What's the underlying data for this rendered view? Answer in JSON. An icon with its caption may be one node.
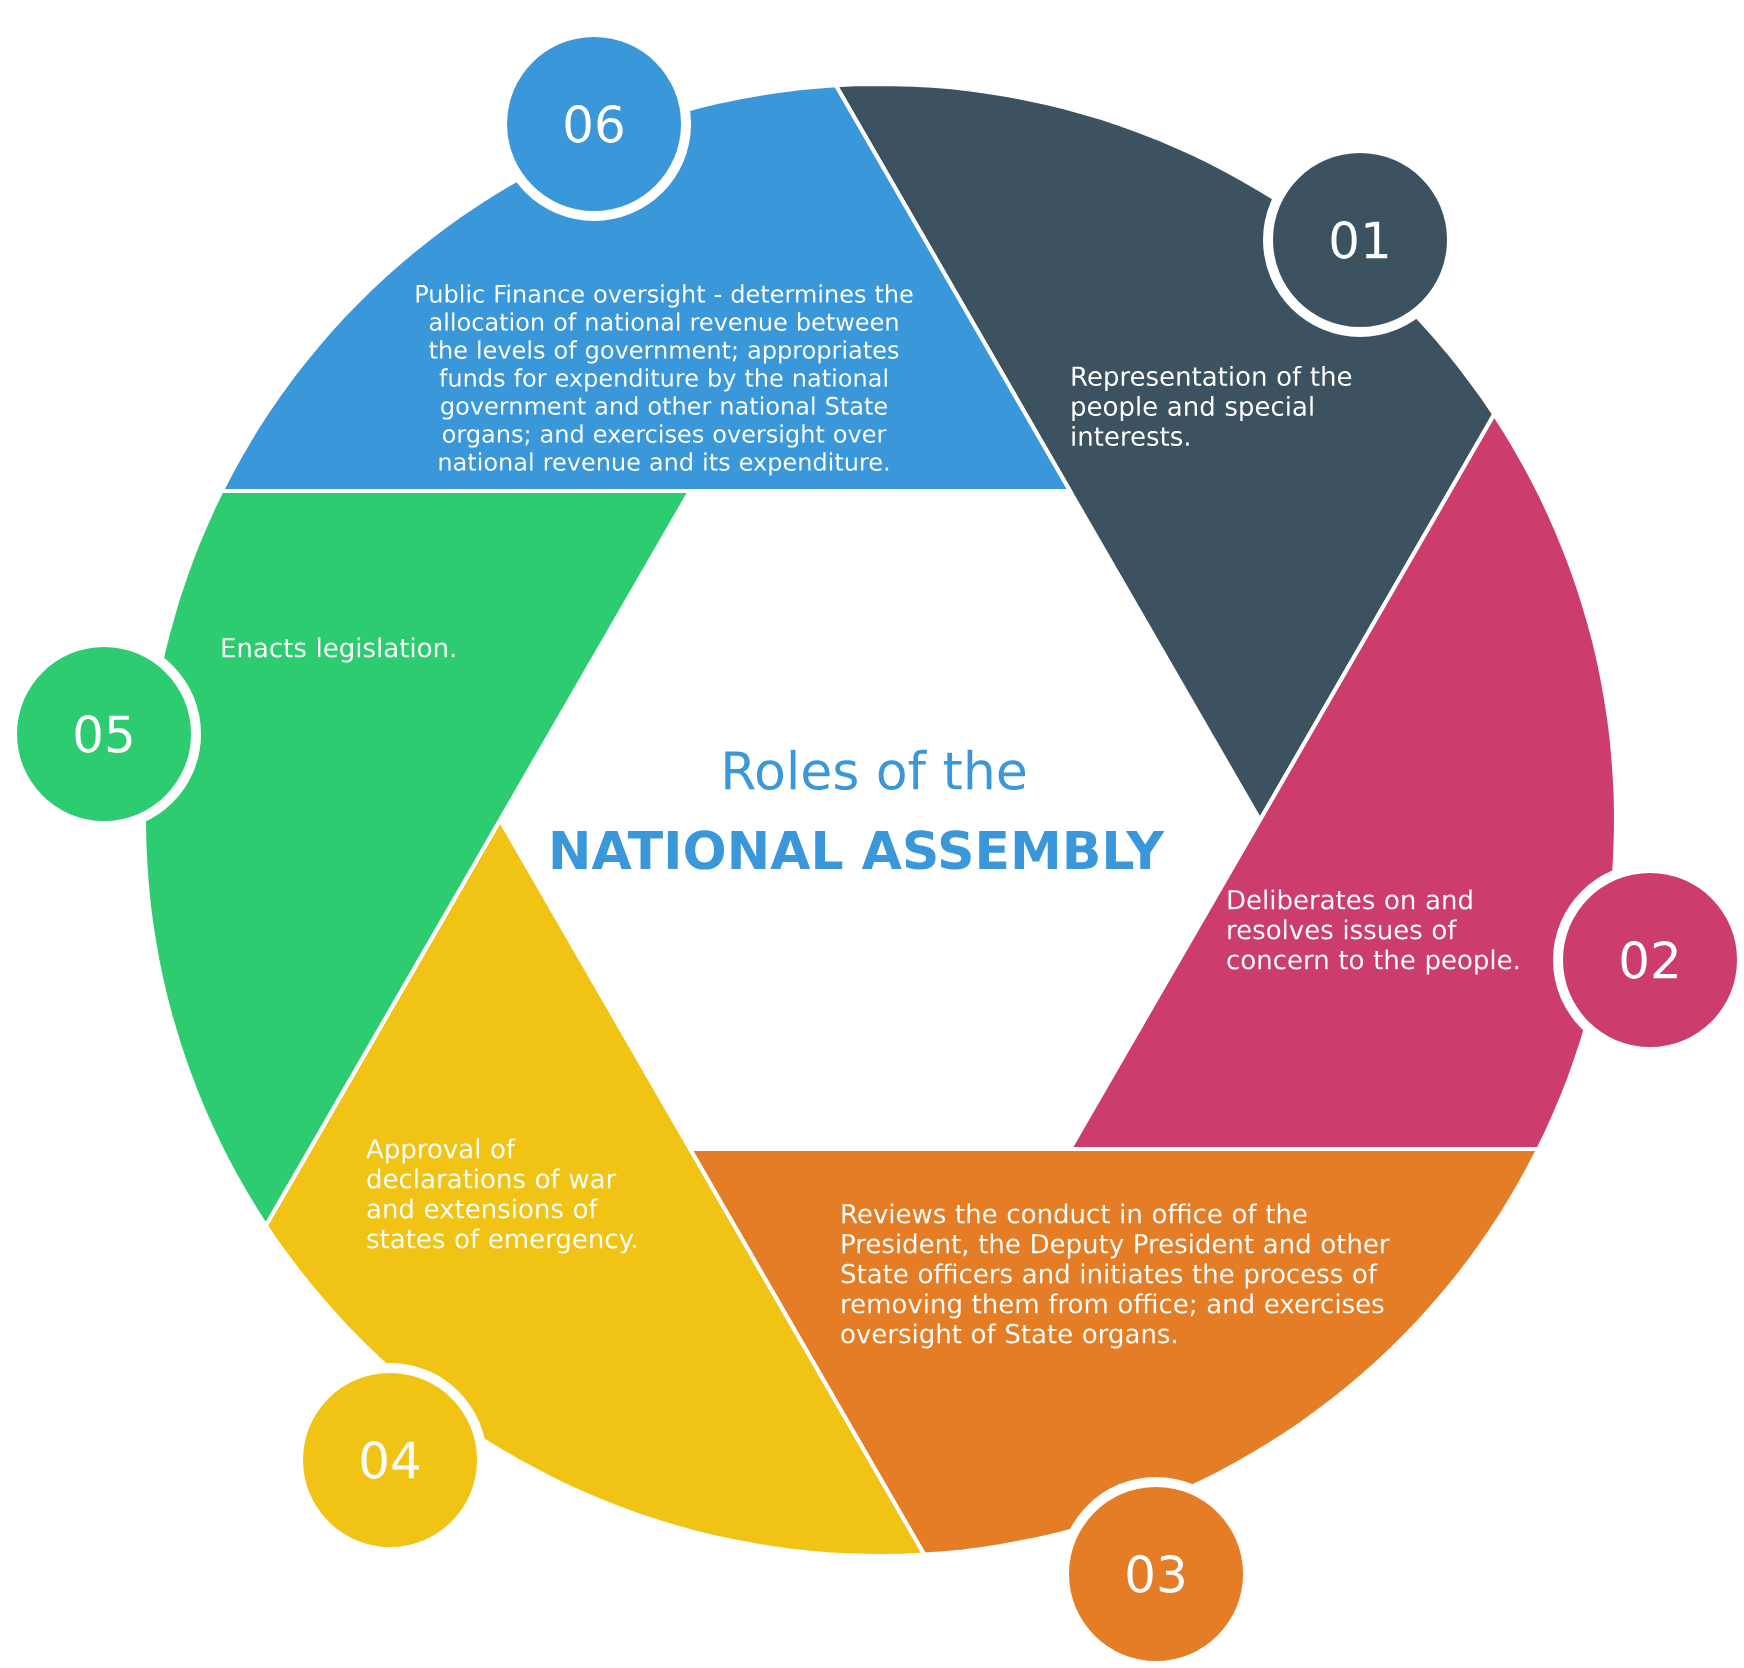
{
  "diagram": {
    "nodes": [
      {
        "text": [
          "01"
        ]
      },
      {
        "text": [
          "Representation of the people and special interests."
        ]
      },
      {
        "text": [
          "02"
        ]
      },
      {
        "text": [
          "Deliberates on and resolves issues of concern to the people."
        ]
      },
      {
        "text": [
          "03"
        ]
      },
      {
        "text": [
          "Reviews the conduct in office of the President, the Deputy President and other State officers and initiates the process of removing them from office; and exercises oversight of State organs."
        ]
      },
      {
        "text": [
          "04"
        ]
      },
      {
        "text": [
          "Approval of declarations of war and extensions of states of emergency."
        ]
      },
      {
        "text": [
          "05"
        ]
      },
      {
        "text": [
          "Enacts legislation."
        ]
      },
      {
        "text": [
          "06"
        ]
      },
      {
        "text": [
          "Public Finance oversight - determines the allocation of national revenue between the levels of government; appropriates funds for expenditure by the national government and other national State organs; and exercises oversight over national revenue and its expenditure."
        ]
      }
    ],
    "labels": [
      "Roles of the",
      "NATIONAL ASSEMBLY"
    ]
  }
}
